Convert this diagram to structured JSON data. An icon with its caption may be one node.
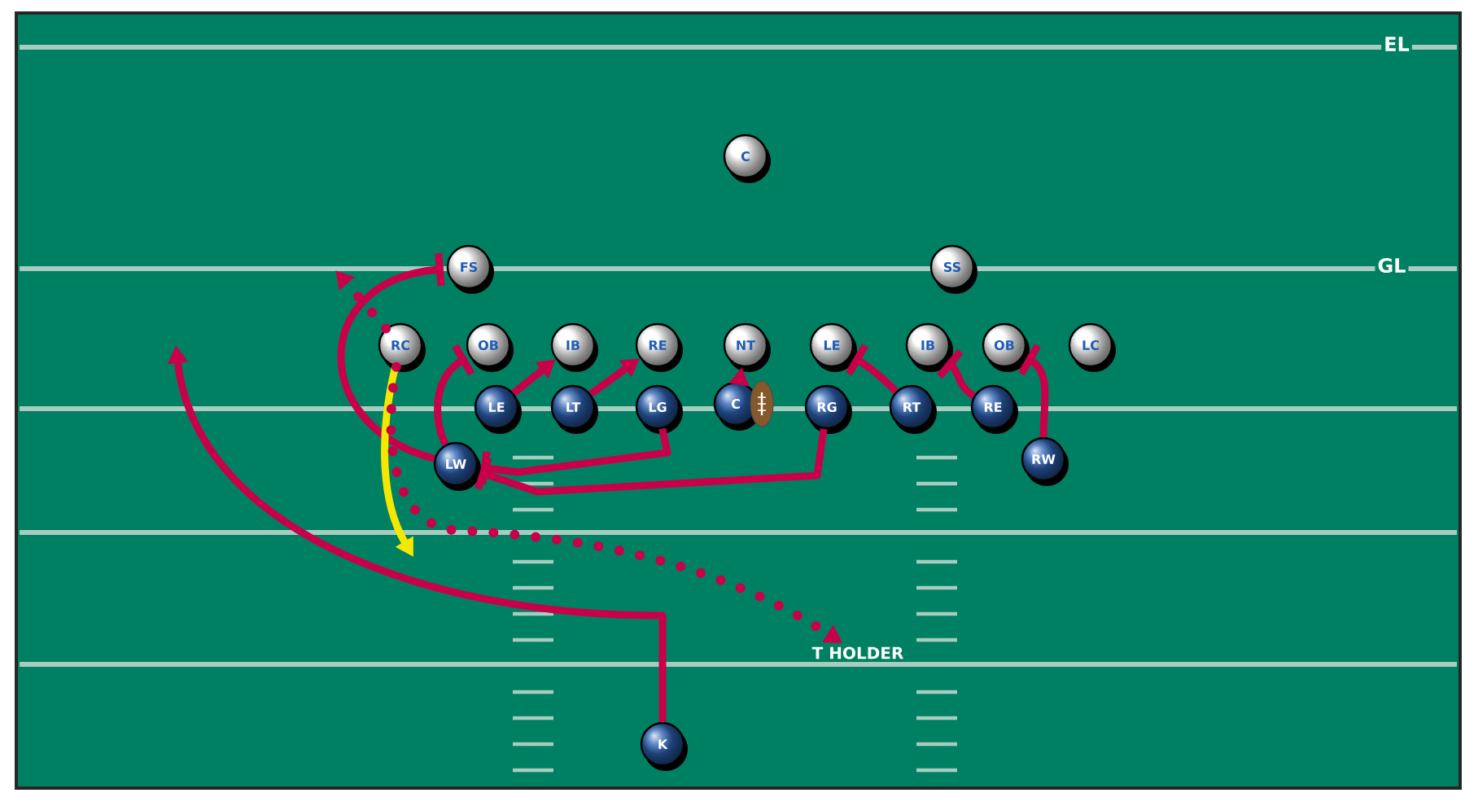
{
  "diagram": {
    "nodes": [
      {
        "text": [
          "C"
        ]
      },
      {
        "text": [
          "FS"
        ]
      },
      {
        "text": [
          "SS"
        ]
      },
      {
        "text": [
          "RC"
        ]
      },
      {
        "text": [
          "OB"
        ]
      },
      {
        "text": [
          "IB"
        ]
      },
      {
        "text": [
          "RE"
        ]
      },
      {
        "text": [
          "NT"
        ]
      },
      {
        "text": [
          "LE"
        ]
      },
      {
        "text": [
          "IB"
        ]
      },
      {
        "text": [
          "OB"
        ]
      },
      {
        "text": [
          "LC"
        ]
      },
      {
        "text": [
          "LE"
        ]
      },
      {
        "text": [
          "LT"
        ]
      },
      {
        "text": [
          "LG"
        ]
      },
      {
        "text": [
          "C"
        ]
      },
      {
        "text": [
          "RG"
        ]
      },
      {
        "text": [
          "RT"
        ]
      },
      {
        "text": [
          "RE"
        ]
      },
      {
        "text": [
          "LW"
        ]
      },
      {
        "text": [
          "RW"
        ]
      },
      {
        "text": [
          "T HOLDER"
        ]
      },
      {
        "text": [
          "K"
        ]
      }
    ],
    "edges": [
      {
        "from": 22,
        "to": null,
        "arrow": "to"
      },
      {
        "from": 12,
        "to": 5,
        "arrow": "to"
      },
      {
        "from": 13,
        "to": 6,
        "arrow": "to"
      },
      {
        "from": 15,
        "to": 7,
        "arrow": "to"
      },
      {
        "from": 17,
        "to": 8,
        "arrow": "other"
      },
      {
        "from": 18,
        "to": 9,
        "arrow": "other"
      },
      {
        "from": 20,
        "to": 10,
        "arrow": "other"
      },
      {
        "from": 14,
        "to": 19,
        "arrow": "other"
      },
      {
        "from": 16,
        "to": 19,
        "arrow": "other"
      },
      {
        "from": 19,
        "to": 1,
        "arrow": "other"
      },
      {
        "from": 19,
        "to": 4,
        "arrow": "other"
      },
      {
        "from": 3,
        "to": null,
        "arrow": "to",
        "color": "#f5e800"
      },
      {
        "from": 3,
        "to": null,
        "arrow": "to",
        "style": "dashed"
      },
      {
        "from": 3,
        "to": 21,
        "arrow": "to",
        "style": "dashed"
      }
    ],
    "labels": [
      "EL",
      "GL"
    ]
  }
}
